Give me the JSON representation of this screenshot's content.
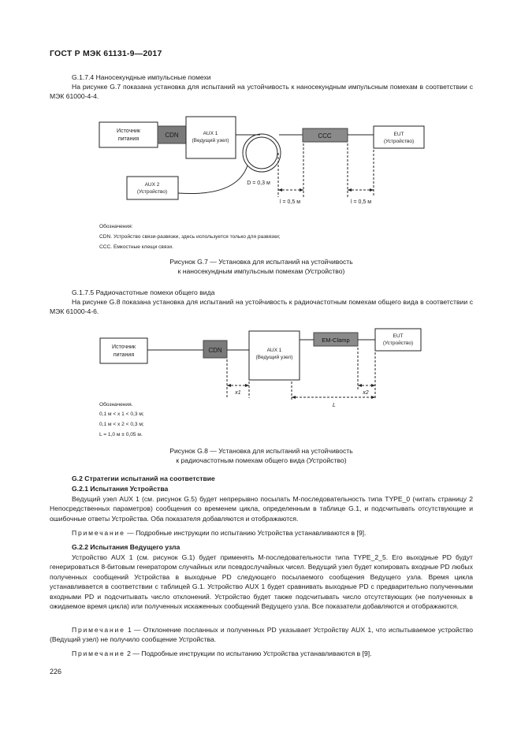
{
  "header": {
    "standard": "ГОСТ Р МЭК 61131-9—2017"
  },
  "sec_g174": {
    "heading": "G.1.7.4 Наносекундные импульсные помехи",
    "para": "На рисунке G.7 показана установка для испытаний на устойчивость к наносекундным импульсным помехам в соответствии с МЭК 61000-4-4."
  },
  "fig7": {
    "power_source": [
      "Источник",
      "питания"
    ],
    "cdn": "CDN",
    "aux1": [
      "AUX 1",
      "(Ведущий узел)"
    ],
    "ccc": "CCC",
    "eut": [
      "EUT",
      "(Устройство)"
    ],
    "aux2": [
      "AUX 2",
      "(Устройство)"
    ],
    "d_label": "D = 0,3 м",
    "l1_label": "l = 0,5 м",
    "l2_label": "l = 0,5 м",
    "legend_title": "Обозначения:",
    "legend_cdn": "CDN. Устройство связи-развязки, здесь используется только для развязки;",
    "legend_ccc": "CCC. Емкостные клещи связи.",
    "caption": [
      "Рисунок G.7 — Установка для испытаний на устойчивость",
      "к наносекундным импульсным помехам (Устройство)"
    ]
  },
  "sec_g175": {
    "heading": "G.1.7.5 Радиочастотные помехи общего вида",
    "para": "На рисунке G.8 показана установка для испытаний на устойчивость к радиочастотным помехам общего вида в соответствии с МЭК 61000-4-6."
  },
  "fig8": {
    "power_source": [
      "Источник",
      "питания"
    ],
    "cdn": "CDN",
    "aux1": [
      "AUX 1",
      "(Ведущий узел)"
    ],
    "emclamp": "EM-Clamp",
    "eut": [
      "EUT",
      "(Устройство)"
    ],
    "x1_label": "x1",
    "x2_label": "x2",
    "L_label": "L",
    "legend_title": "Обозначения.",
    "legend_lines": [
      "0,1 м < x 1 < 0,3 м;",
      "0,1 м < x 2 < 0,3 м;",
      "L = 1,0 м ± 0,05 м."
    ],
    "caption": [
      "Рисунок G.8 — Установка для испытаний на устойчивость",
      "к радиочастотным помехам общего вида (Устройство)"
    ]
  },
  "g2": {
    "heading": "G.2 Стратегии испытаний на соответствие",
    "g21_heading": "G.2.1 Испытания Устройства",
    "g21_para": "Ведущий узел AUX 1 (см. рисунок G.5) будет непрерывно посылать M-последовательность типа TYPE_0 (читать страницу 2 Непосредственных параметров) сообщения со временем цикла, определенным в таблице G.1, и подсчитывать отсутствующие и ошибочные ответы Устройства. Оба показателя добавляются и отображаются.",
    "g21_note_label": "Примечание",
    "g21_note_text": " — Подробные инструкции по испытанию Устройства устанавливаются в [9].",
    "g22_heading": "G.2.2 Испытания Ведущего узла",
    "g22_para": "Устройство AUX 1 (см. рисунок G.1) будет применять M-последовательности типа TYPE_2_5. Его выходные PD будут генерироваться 8-битовым генератором случайных или псевдослучайных чисел. Ведущий узел будет копировать входные PD любых полученных сообщений Устройства в выходные PD следующего посылаемого сообщения Ведущего узла. Время цикла устанавливается в соответствии с таблицей G.1. Устройство AUX 1 будет сравнивать выходные PD с предварительно полученными входными PD и подсчитывать число отклонений. Устройство будет также подсчитывать число отсутствующих (не полученных в ожидаемое время цикла) или полученных искаженных сообщений Ведущего узла. Все показатели добавляются и отображаются.",
    "note1_label": "Примечание",
    "note1_text": " 1 — Отклонение посланных и полученных PD указывает Устройству AUX 1, что испытываемое устройство (Ведущий узел) не получило сообщение Устройства.",
    "note2_label": "Примечание",
    "note2_text": " 2 — Подробные инструкции по испытанию Устройства устанавливаются в [9]."
  },
  "footer": {
    "page_number": "226"
  }
}
